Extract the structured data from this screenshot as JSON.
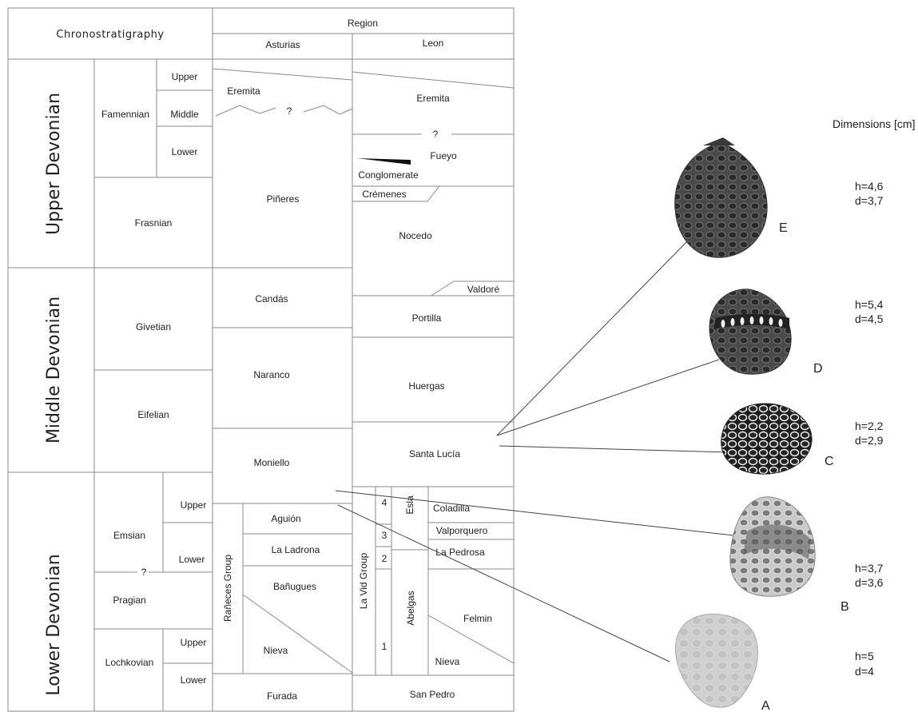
{
  "header": {
    "chronostratigraphy": "Chronostratigraphy",
    "region": "Region",
    "asturias": "Asturias",
    "leon": "Leon"
  },
  "series": {
    "upper": "Upper Devonian",
    "middle": "Middle Devonian",
    "lower": "Lower Devonian"
  },
  "stages": {
    "famennian": "Famennian",
    "frasnian": "Frasnian",
    "givetian": "Givetian",
    "eifelian": "Eifelian",
    "emsian": "Emsian",
    "pragian": "Pragian",
    "lochkovian": "Lochkovian"
  },
  "substages": {
    "fam_upper": "Upper",
    "fam_middle": "Middle",
    "fam_lower": "Lower",
    "ems_upper": "Upper",
    "ems_lower": "Lower",
    "loch_upper": "Upper",
    "loch_lower": "Lower",
    "question": "?"
  },
  "asturias": {
    "eremita": "Eremita",
    "question": "?",
    "pineres": "Piñeres",
    "candas": "Candás",
    "naranco": "Naranco",
    "moniello": "Moniello",
    "ranees_group": "Rañeces Group",
    "aguion": "Aguión",
    "la_ladrona": "La Ladrona",
    "banugues": "Bañugues",
    "nieva": "Nieva",
    "furada": "Furada"
  },
  "leon": {
    "eremita": "Eremita",
    "question": "?",
    "fueyo": "Fueyo",
    "conglomerate": "Conglomerate",
    "cremenes": "Crémenes",
    "nocedo": "Nocedo",
    "valdore": "Valdoré",
    "portilla": "Portilla",
    "huergas": "Huergas",
    "santa_lucia": "Santa Lucía",
    "la_vid_group": "La Vid Group",
    "num4": "4",
    "num3": "3",
    "num2": "2",
    "num1": "1",
    "esla": "Esla",
    "abelgas": "Abelgas",
    "coladilla": "Coladilla",
    "valporquero": "Valporquero",
    "la_pedrosa": "La Pedrosa",
    "felmin": "Felmin",
    "nieva": "Nieva",
    "san_pedro": "San Pedro"
  },
  "dimensions": {
    "title": "Dimensions [cm]",
    "specimens": [
      {
        "label": "E",
        "h": "h=4,6",
        "d": "d=3,7"
      },
      {
        "label": "D",
        "h": "h=5,4",
        "d": "d=4,5"
      },
      {
        "label": "C",
        "h": "h=2,2",
        "d": "d=2,9"
      },
      {
        "label": "B",
        "h": "h=3,7",
        "d": "d=3,6"
      },
      {
        "label": "A",
        "h": "h=5",
        "d": "d=4"
      }
    ]
  },
  "colors": {
    "line": "#555555",
    "grid": "#888888",
    "text": "#222222",
    "fossil_dark": "#3a3a3a",
    "fossil_mid": "#6b6b6b",
    "fossil_light": "#b8b8b8",
    "fossil_pale": "#d4d4d4"
  }
}
